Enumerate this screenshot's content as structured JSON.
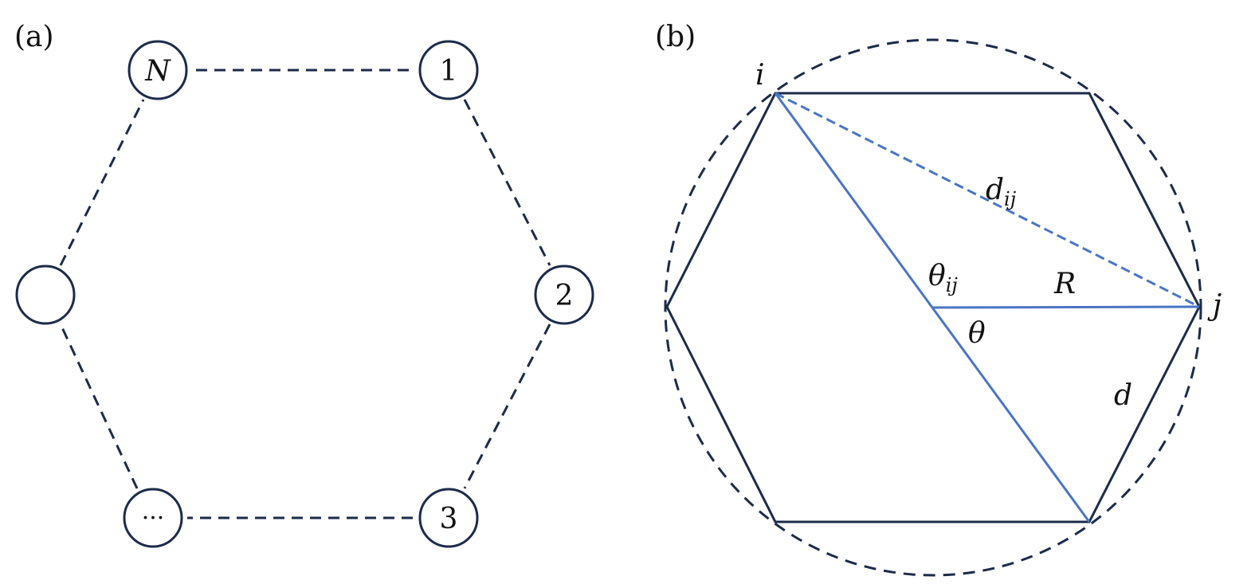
{
  "panel_a": {
    "label": "(a)",
    "nodes": [
      "N",
      "1",
      "2",
      "3",
      "···",
      ""
    ]
  },
  "panel_b": {
    "label": "(b)",
    "labels": {
      "i": "i",
      "j": "j",
      "d_ij": "d",
      "d_ij_sub": "ij",
      "theta_ij": "θ",
      "theta_ij_sub": "ij",
      "R": "R",
      "theta": "θ",
      "d": "d"
    }
  },
  "colors": {
    "dark": "#1c2b4a",
    "blue": "#4a74c6"
  }
}
